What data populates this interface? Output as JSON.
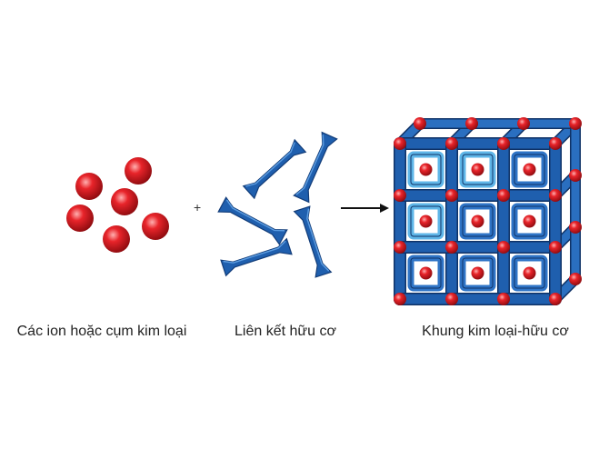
{
  "diagram": {
    "plus_symbol": "+",
    "components": [
      {
        "id": "ions",
        "label": "Các ion hoặc cụm kim loại"
      },
      {
        "id": "linkers",
        "label": "Liên kết hữu cơ"
      },
      {
        "id": "framework",
        "label": "Khung kim loại-hữu cơ"
      }
    ],
    "colors": {
      "metal_ion": "#d8141c",
      "linker": "#1f5fae",
      "linker_highlight": "#5fb6e8",
      "arrow": "#111111"
    },
    "icons": {
      "ions": "red-sphere-cluster-icon",
      "linkers": "blue-linker-rods-icon",
      "framework": "metal-organic-framework-cube-icon"
    }
  }
}
